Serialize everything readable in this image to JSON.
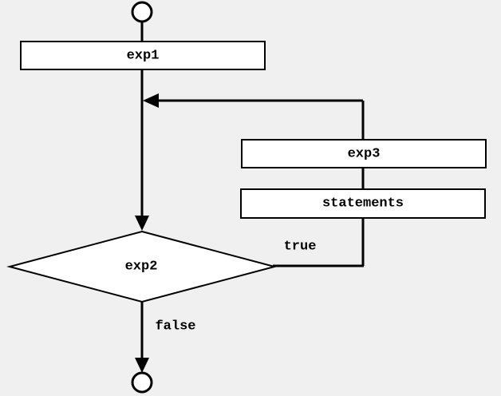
{
  "diagram": {
    "nodes": {
      "exp1": "exp1",
      "exp2": "exp2",
      "exp3": "exp3",
      "statements": "statements"
    },
    "edge_labels": {
      "true": "true",
      "false": "false"
    },
    "colors": {
      "background": "#f0f0f0",
      "stroke": "#000000",
      "node_fill": "#ffffff"
    }
  }
}
